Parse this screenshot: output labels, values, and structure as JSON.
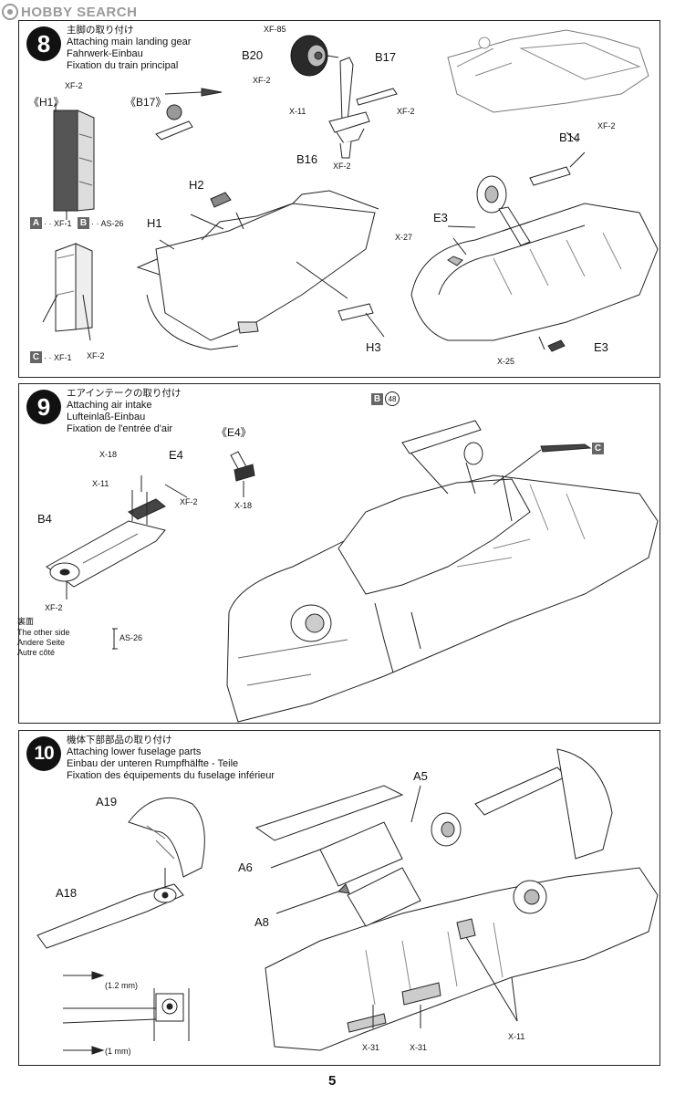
{
  "watermark": {
    "text": "HOBBY SEARCH"
  },
  "page_number": "5",
  "steps": [
    {
      "number": "8",
      "title_jp": "主脚の取り付け",
      "title_en": "Attaching main landing gear",
      "title_de": "Fahrwerk-Einbau",
      "title_fr": "Fixation du train principal",
      "labels": {
        "h1_callout": "《H1》",
        "b17_callout": "《B17》",
        "xf2_a": "XF-2",
        "legend_a_code": "A",
        "legend_a_text": "· · XF-1",
        "legend_b_code": "B",
        "legend_b_text": "· · AS-26",
        "legend_c_code": "C",
        "legend_c_text": "· · XF-1",
        "xf2_c": "XF-2",
        "xf85": "XF-85",
        "b20": "B20",
        "xf2_b20": "XF-2",
        "b17": "B17",
        "x11": "X-11",
        "xf2_b17": "XF-2",
        "b16": "B16",
        "xf2_b16": "XF-2",
        "h2": "H2",
        "h1": "H1",
        "h3": "H3",
        "b14": "B14",
        "xf2_b14": "XF-2",
        "e3_top": "E3",
        "x27": "X-27",
        "e3_bottom": "E3",
        "x25": "X-25"
      }
    },
    {
      "number": "9",
      "title_jp": "エアインテークの取り付け",
      "title_en": "Attaching air intake",
      "title_de": "Lufteinlaß-Einbau",
      "title_fr": "Fixation de l'entrée d'air",
      "labels": {
        "e4_callout": "《E4》",
        "x18_e4": "X-18",
        "x18": "X-18",
        "e4": "E4",
        "x11": "X-11",
        "xf2_e4": "XF-2",
        "b4": "B4",
        "xf2_b4": "XF-2",
        "b48_code": "B",
        "b48_num": "48",
        "c_code": "C",
        "other_side_jp": "裏面",
        "other_side_en": "The other side",
        "other_side_de": "Andere Seite",
        "other_side_fr": "Autre côté",
        "as26": "AS-26"
      }
    },
    {
      "number": "10",
      "title_jp": "機体下部部品の取り付け",
      "title_en": "Attaching lower fuselage parts",
      "title_de": "Einbau der unteren Rumpfhälfte - Teile",
      "title_fr": "Fixation des équipements du fuselage inférieur",
      "labels": {
        "a19": "A19",
        "a18": "A18",
        "drill_12": "(1.2 mm)",
        "drill_1": "(1 mm)",
        "a5": "A5",
        "a6": "A6",
        "a8": "A8",
        "x31_a": "X-31",
        "x31_b": "X-31",
        "x11": "X-11"
      }
    }
  ]
}
